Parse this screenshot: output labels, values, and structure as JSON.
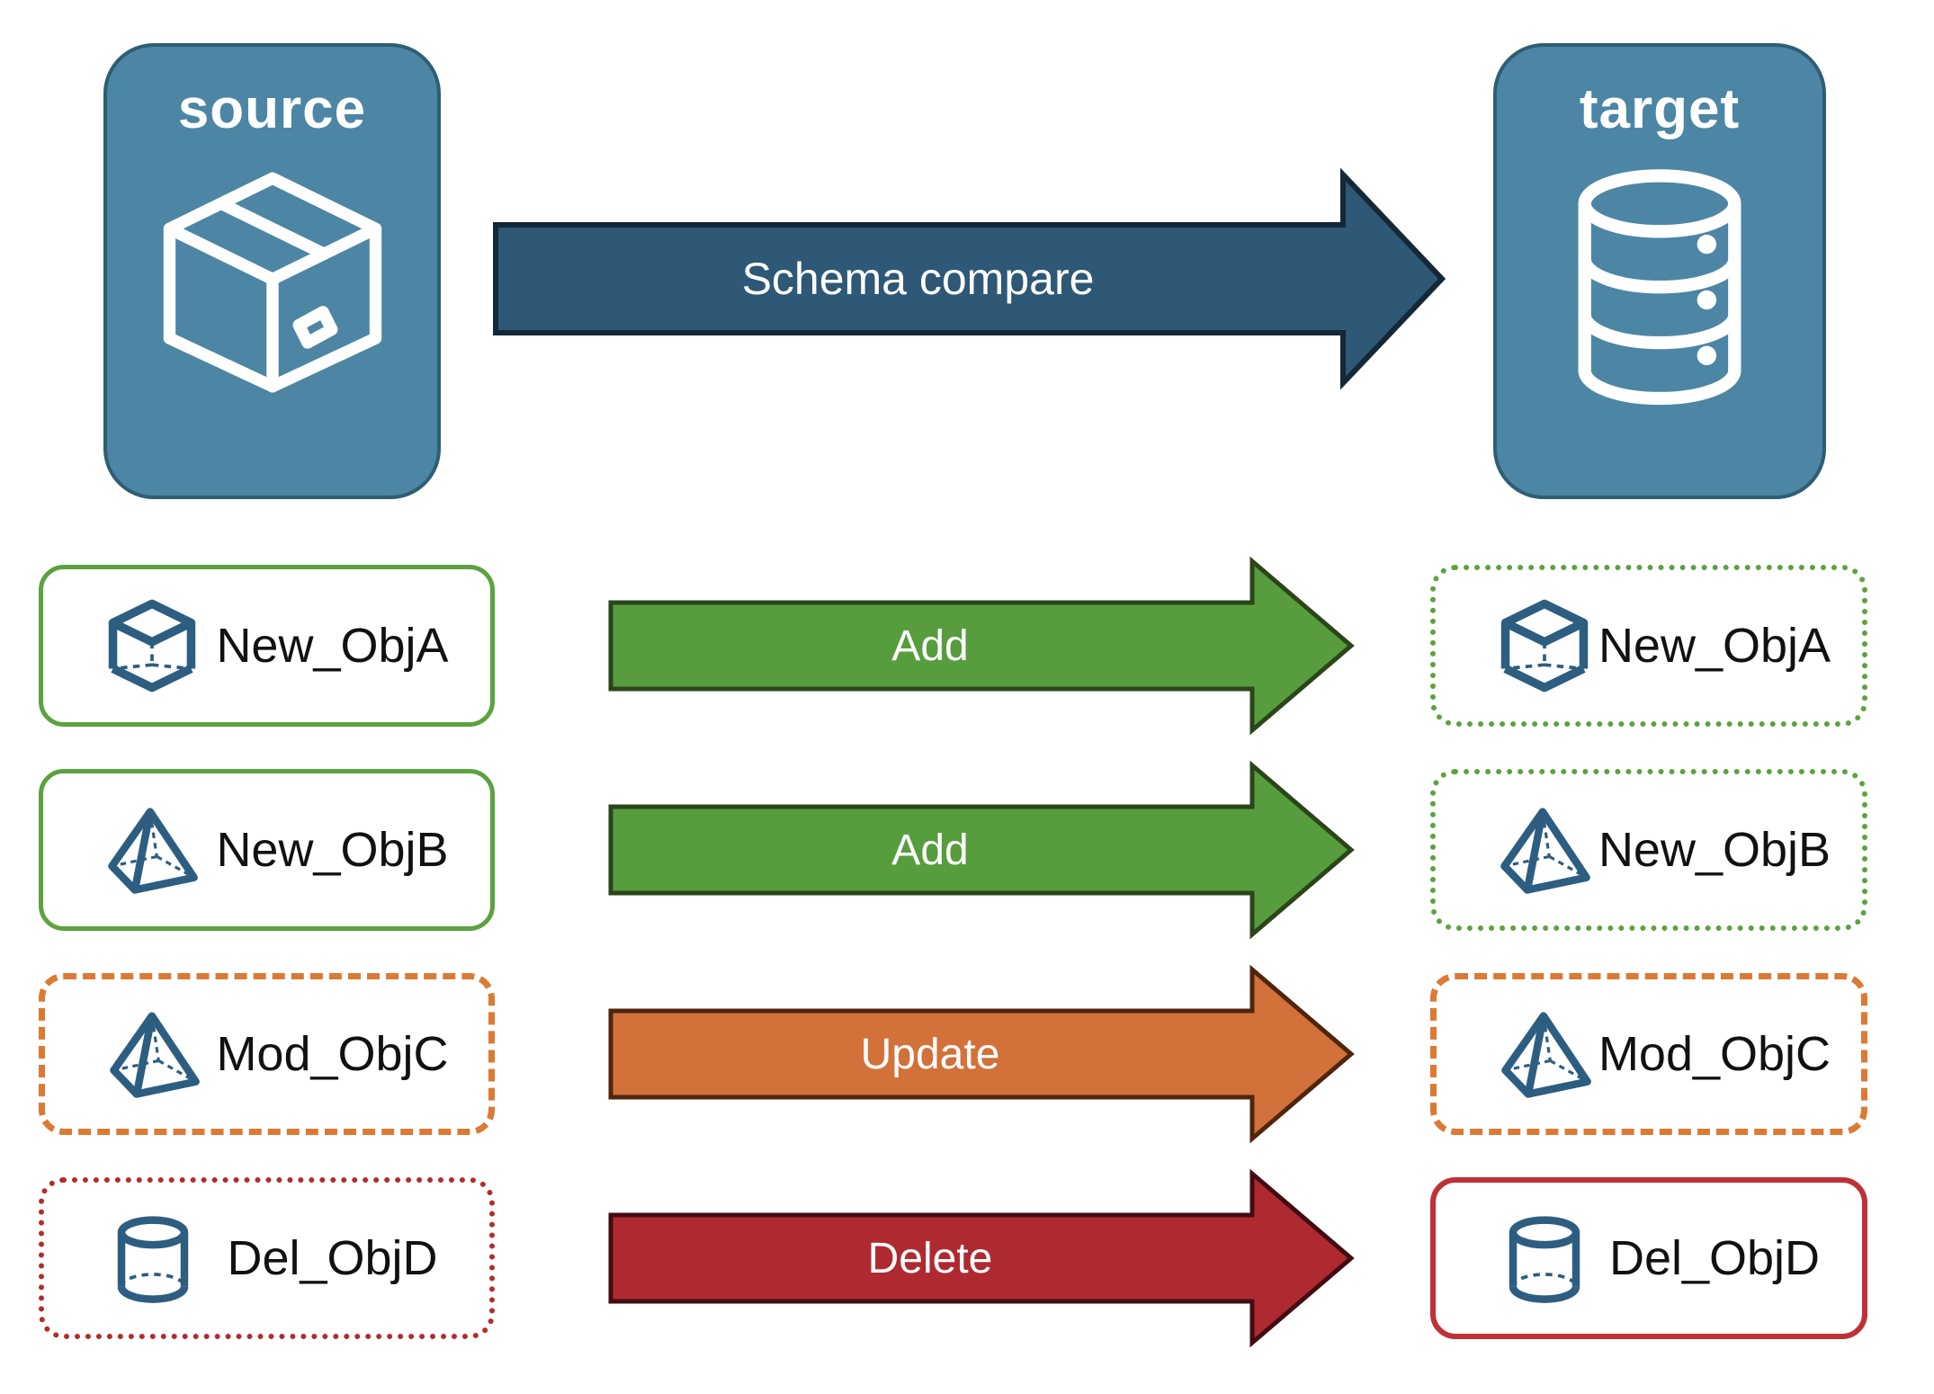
{
  "panels": {
    "source": {
      "label": "source",
      "icon": "package-box-icon"
    },
    "target": {
      "label": "target",
      "icon": "database-icon"
    }
  },
  "compare_arrow": {
    "label": "Schema compare",
    "fill": "#2E5875",
    "stroke": "#142837"
  },
  "rows": [
    {
      "object_name": "New_ObjA",
      "icon": "cube-icon",
      "action": {
        "label": "Add",
        "fill": "#579D3E",
        "stroke": "#2B4519"
      },
      "source_box": {
        "border_style": "solid",
        "border_color": "#5CA23F",
        "border_width": 5
      },
      "target_box": {
        "border_style": "dotted",
        "border_color": "#5CA23F",
        "border_width": 6
      }
    },
    {
      "object_name": "New_ObjB",
      "icon": "pyramid-icon",
      "action": {
        "label": "Add",
        "fill": "#579D3E",
        "stroke": "#2B4519"
      },
      "source_box": {
        "border_style": "solid",
        "border_color": "#5CA23F",
        "border_width": 5
      },
      "target_box": {
        "border_style": "dotted",
        "border_color": "#5CA23F",
        "border_width": 6
      }
    },
    {
      "object_name": "Mod_ObjC",
      "icon": "pyramid-icon",
      "action": {
        "label": "Update",
        "fill": "#D2713A",
        "stroke": "#4F250D"
      },
      "source_box": {
        "border_style": "dashed",
        "border_color": "#DC7A33",
        "border_width": 7
      },
      "target_box": {
        "border_style": "dashed",
        "border_color": "#DC7A33",
        "border_width": 7
      }
    },
    {
      "object_name": "Del_ObjD",
      "icon": "cylinder-icon",
      "action": {
        "label": "Delete",
        "fill": "#AE2A30",
        "stroke": "#420D12"
      },
      "source_box": {
        "border_style": "dotted",
        "border_color": "#B42B2B",
        "border_width": 6
      },
      "target_box": {
        "border_style": "solid",
        "border_color": "#BE3135",
        "border_width": 6
      }
    }
  ],
  "colors": {
    "background": "#ffffff",
    "panel_fill": "#4C86A4",
    "panel_border": "#2E5E74",
    "panel_text": "#ffffff",
    "icon_blue": "#2D5E81",
    "object_text": "#111111",
    "arrow_text": "#ffffff"
  }
}
